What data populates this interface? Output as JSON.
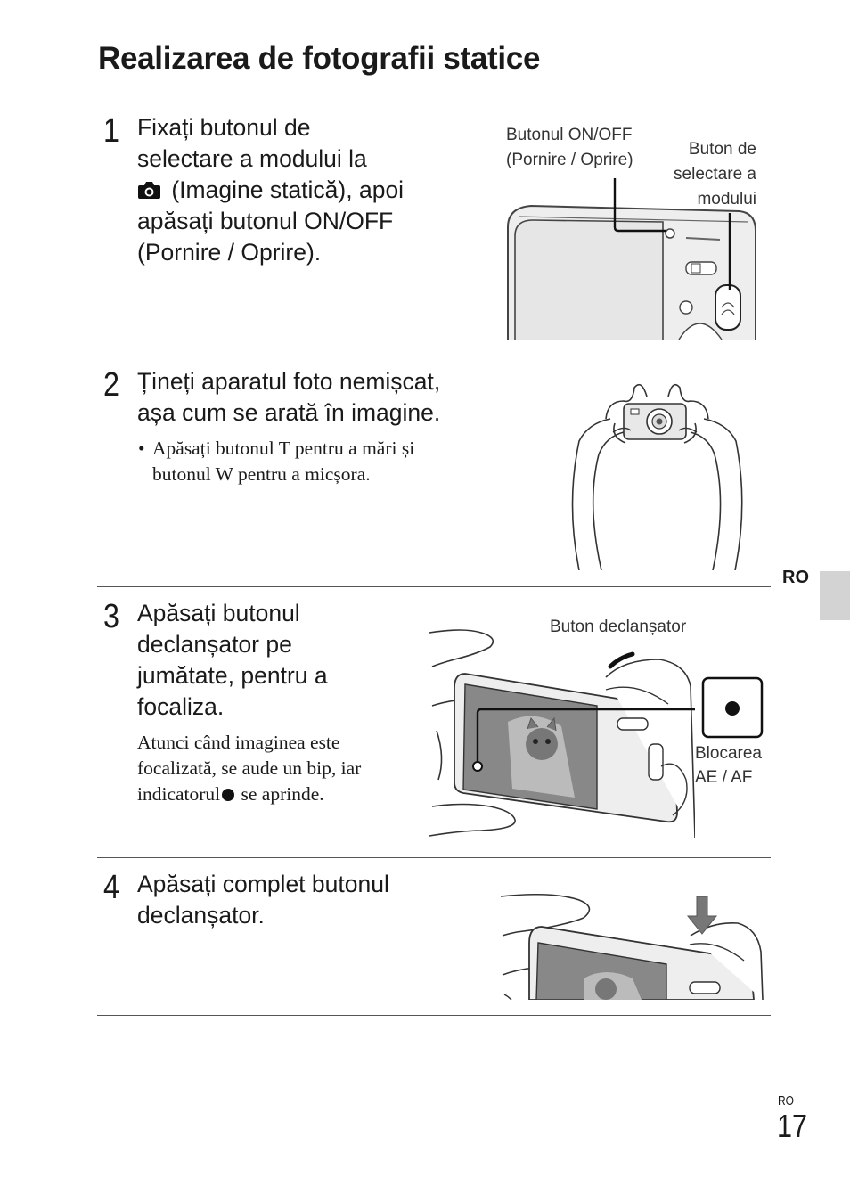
{
  "page": {
    "title": "Realizarea de fotografii statice",
    "side_tab": "RO",
    "footer_lang": "RO",
    "page_number": "17"
  },
  "steps": [
    {
      "number": "1",
      "text_before_icon": "Fixați butonul de\nselectare a modului la",
      "icon": "still-camera-icon",
      "text_after_icon": " (Imagine statică), apoi\napăsați butonul ON/OFF\n(Pornire / Oprire).",
      "callouts": [
        "Butonul ON/OFF\n(Pornire / Oprire)",
        "Buton de\nselectare a\nmodului"
      ]
    },
    {
      "number": "2",
      "text": "Țineți aparatul foto nemișcat,\nașa cum se arată în imagine.",
      "bullet": "Apăsați butonul T pentru a mări și\nbutonul W pentru a micșora."
    },
    {
      "number": "3",
      "text": "Apăsați butonul\ndeclanșator pe\njumătate, pentru a\nfocaliza.",
      "note_before_icon": "Atunci când imaginea este\nfocalizată, se aude un bip, iar\nindicatorul",
      "note_icon": "focus-indicator-dot-icon",
      "note_after_icon": " se aprinde.",
      "callouts": [
        "Buton declanșator",
        "Blocarea\nAE / AF"
      ]
    },
    {
      "number": "4",
      "text": "Apăsați complet butonul\ndeclanșator."
    }
  ]
}
